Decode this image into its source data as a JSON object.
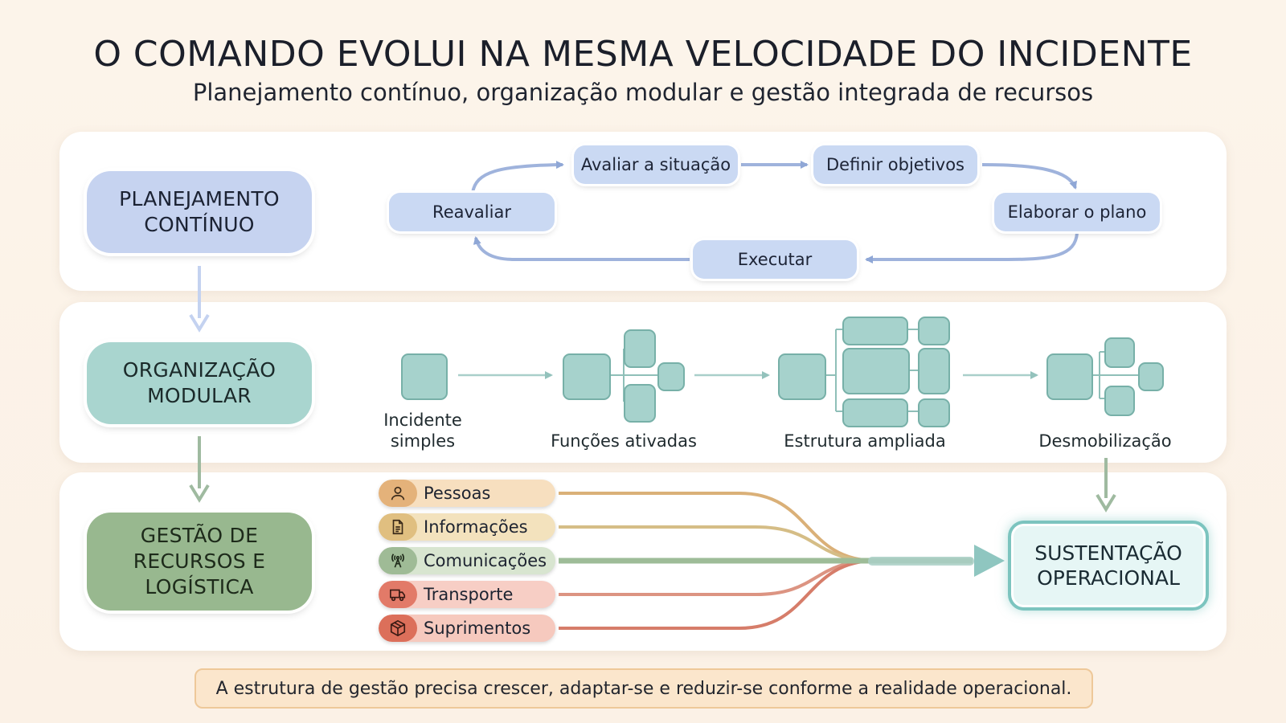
{
  "title": "O COMANDO EVOLUI NA MESMA VELOCIDADE DO INCIDENTE",
  "subtitle": "Planejamento contínuo, organização modular e gestão integrada de recursos",
  "stages": {
    "planning": "PLANEJAMENTO CONTÍNUO",
    "modular": "ORGANIZAÇÃO MODULAR",
    "resources": "GESTÃO DE RECURSOS E LOGÍSTICA"
  },
  "cycle": {
    "evaluate": "Avaliar a situação",
    "objectives": "Definir objetivos",
    "plan": "Elaborar o plano",
    "execute": "Executar",
    "reevaluate": "Reavaliar"
  },
  "modules": {
    "simple": "Incidente simples",
    "functions": "Funções ativadas",
    "expanded": "Estrutura ampliada",
    "demob": "Desmobilização"
  },
  "resources": [
    {
      "label": "Pessoas",
      "icon": "person-icon",
      "color": "#d9ab74"
    },
    {
      "label": "Informações",
      "icon": "document-icon",
      "color": "#d8bc82"
    },
    {
      "label": "Comunicações",
      "icon": "antenna-icon",
      "color": "#9cb896"
    },
    {
      "label": "Transporte",
      "icon": "truck-icon",
      "color": "#dd8f7f"
    },
    {
      "label": "Suprimentos",
      "icon": "box-icon",
      "color": "#d97a66"
    }
  ],
  "outcome": "SUSTENTAÇÃO OPERACIONAL",
  "footer": "A estrutura de gestão precisa crescer, adaptar-se e reduzir-se conforme a realidade operacional.",
  "colors": {
    "planning": "#c6d3f0",
    "modular": "#a9d5cf",
    "resources": "#98b88f",
    "outcome_border": "#7cc4bf"
  }
}
